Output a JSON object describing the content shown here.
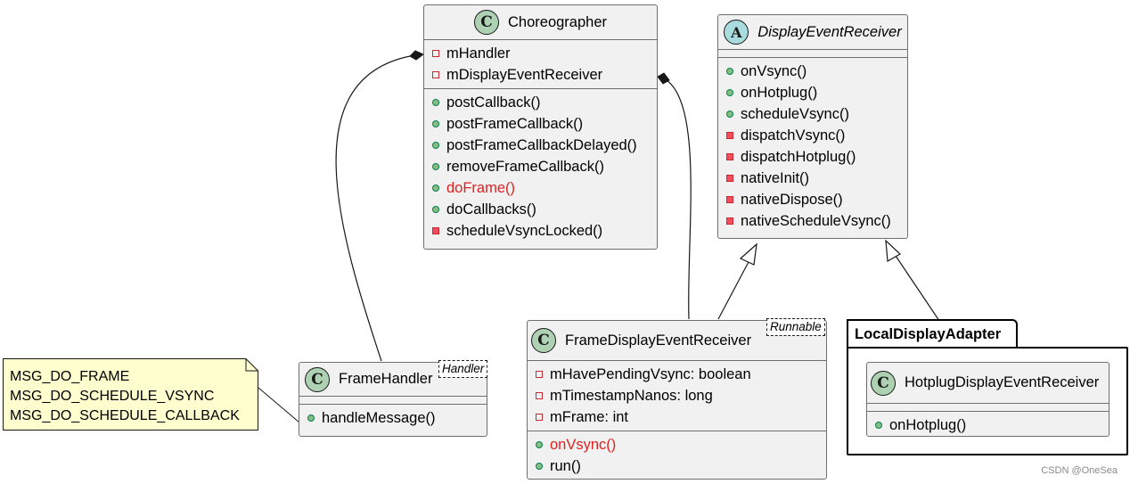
{
  "classes": {
    "choreographer": {
      "name": "Choreographer",
      "badge": "C",
      "fields": [
        {
          "vis": "private",
          "name": "mHandler"
        },
        {
          "vis": "private",
          "name": "mDisplayEventReceiver"
        }
      ],
      "methods": [
        {
          "vis": "public",
          "name": "postCallback()"
        },
        {
          "vis": "public",
          "name": "postFrameCallback()"
        },
        {
          "vis": "public",
          "name": "postFrameCallbackDelayed()"
        },
        {
          "vis": "public",
          "name": "removeFrameCallback()"
        },
        {
          "vis": "public",
          "name": "doFrame()",
          "highlight": true
        },
        {
          "vis": "public",
          "name": "doCallbacks()"
        },
        {
          "vis": "private",
          "name": "scheduleVsyncLocked()"
        }
      ]
    },
    "display_event_receiver": {
      "name": "DisplayEventReceiver",
      "badge": "A",
      "abstract": true,
      "methods": [
        {
          "vis": "public",
          "name": "onVsync()"
        },
        {
          "vis": "public",
          "name": "onHotplug()"
        },
        {
          "vis": "public",
          "name": "scheduleVsync()"
        },
        {
          "vis": "private",
          "name": "dispatchVsync()"
        },
        {
          "vis": "private",
          "name": "dispatchHotplug()"
        },
        {
          "vis": "private",
          "name": "nativeInit()"
        },
        {
          "vis": "private",
          "name": "nativeDispose()"
        },
        {
          "vis": "private",
          "name": "nativeScheduleVsync()"
        }
      ]
    },
    "frame_handler": {
      "name": "FrameHandler",
      "badge": "C",
      "stereotype": "Handler",
      "methods": [
        {
          "vis": "public",
          "name": "handleMessage()"
        }
      ]
    },
    "frame_display_event_receiver": {
      "name": "FrameDisplayEventReceiver",
      "badge": "C",
      "stereotype": "Runnable",
      "fields": [
        {
          "vis": "private",
          "name": "mHavePendingVsync: boolean"
        },
        {
          "vis": "private",
          "name": "mTimestampNanos: long"
        },
        {
          "vis": "private",
          "name": "mFrame: int"
        }
      ],
      "methods": [
        {
          "vis": "public",
          "name": "onVsync()",
          "highlight": true
        },
        {
          "vis": "public",
          "name": "run()"
        }
      ]
    },
    "hotplug_display_event_receiver": {
      "name": "HotplugDisplayEventReceiver",
      "badge": "C",
      "methods": [
        {
          "vis": "public",
          "name": "onHotplug()"
        }
      ]
    }
  },
  "package": {
    "name": "LocalDisplayAdapter"
  },
  "note": {
    "lines": [
      "MSG_DO_FRAME",
      "MSG_DO_SCHEDULE_VSYNC",
      "MSG_DO_SCHEDULE_CALLBACK"
    ]
  },
  "colors": {
    "class_fill": "#f1f1f1",
    "class_border": "#6e6e6e",
    "class_badge": "#add1b2",
    "abstract_badge": "#a9dcdf",
    "public_marker": "#84be84",
    "private_marker": "#f24d5c",
    "highlight_text": "#e02020",
    "note_fill": "#fefece"
  },
  "watermark": "CSDN @OneSea"
}
